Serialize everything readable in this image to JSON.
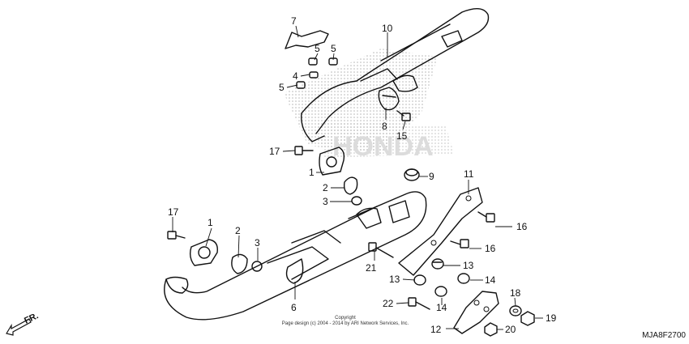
{
  "diagram_code": "MJA8F2700",
  "copyright_line1": "Copyright",
  "copyright_line2": "Page design (c) 2004 - 2014 by ARI Network Services, Inc.",
  "direction_label": "FR.",
  "watermark": "HONDA",
  "callouts": {
    "c1a": "1",
    "c1b": "1",
    "c2a": "2",
    "c2b": "2",
    "c3a": "3",
    "c3b": "3",
    "c4": "4",
    "c5a": "5",
    "c5b": "5",
    "c5c": "5",
    "c6": "6",
    "c7": "7",
    "c8": "8",
    "c9": "9",
    "c10": "10",
    "c11": "11",
    "c12": "12",
    "c13a": "13",
    "c13b": "13",
    "c14a": "14",
    "c14b": "14",
    "c15": "15",
    "c16a": "16",
    "c16b": "16",
    "c17a": "17",
    "c17b": "17",
    "c18": "18",
    "c19": "19",
    "c20": "20",
    "c21": "21",
    "c22": "22"
  }
}
